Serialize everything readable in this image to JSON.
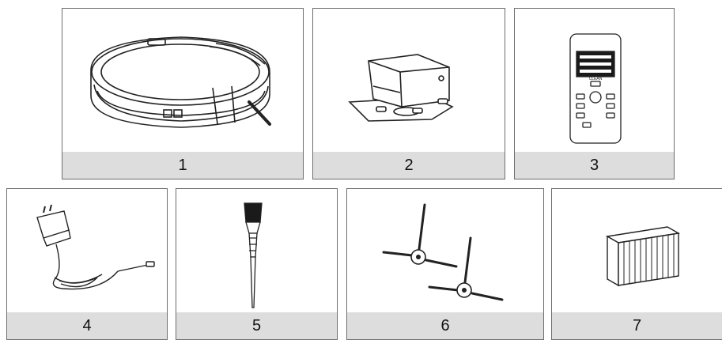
{
  "items": [
    {
      "number": "1",
      "icon": "robot-vacuum-icon"
    },
    {
      "number": "2",
      "icon": "charging-dock-icon"
    },
    {
      "number": "3",
      "icon": "remote-control-icon"
    },
    {
      "number": "4",
      "icon": "power-adapter-icon"
    },
    {
      "number": "5",
      "icon": "cleaning-brush-icon"
    },
    {
      "number": "6",
      "icon": "side-brushes-icon"
    },
    {
      "number": "7",
      "icon": "filter-icon"
    }
  ],
  "remote": {
    "clean_label": "CLEAN"
  },
  "colors": {
    "label_band": "#dddddd",
    "border": "#6e6e6e",
    "line": "#222222"
  }
}
